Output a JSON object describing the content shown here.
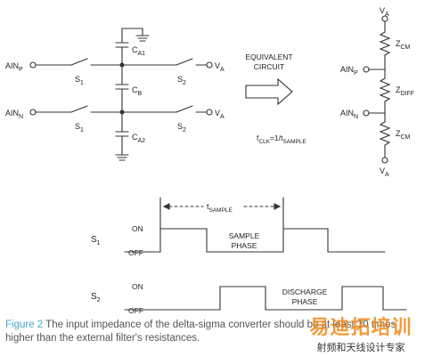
{
  "top_circuit": {
    "ain_p": "AIN",
    "ain_p_sub": "P",
    "ain_n": "AIN",
    "ain_n_sub": "N",
    "s1_top": "S",
    "s1_top_sub": "1",
    "s1_bottom": "S",
    "s1_bottom_sub": "1",
    "s2_top": "S",
    "s2_top_sub": "2",
    "s2_bottom": "S",
    "s2_bottom_sub": "2",
    "ca1": "C",
    "ca1_sub": "A1",
    "cb": "C",
    "cb_sub": "B",
    "ca2": "C",
    "ca2_sub": "A2",
    "va_top": "V",
    "va_top_sub": "A",
    "va_bottom": "V",
    "va_bottom_sub": "A"
  },
  "equivalent": {
    "title_line1": "EQUIVALENT",
    "title_line2": "CIRCUIT",
    "fclk": "f",
    "fclk_sub": "CLK",
    "fclk_eq": "=1/t",
    "fclk_eq_sub": "SAMPLE"
  },
  "right_circuit": {
    "va_top": "V",
    "va_top_sub": "A",
    "zcm_top": "Z",
    "zcm_top_sub": "CM",
    "ain_p": "AIN",
    "ain_p_sub": "P",
    "zdiff": "Z",
    "zdiff_sub": "DIFF",
    "ain_n": "AIN",
    "ain_n_sub": "N",
    "zcm_bottom": "Z",
    "zcm_bottom_sub": "CM",
    "va_bottom": "V",
    "va_bottom_sub": "A"
  },
  "timing": {
    "tsample": "t",
    "tsample_sub": "SAMPLE",
    "s1": "S",
    "s1_sub": "1",
    "s1_on": "ON",
    "s1_off": "OFF",
    "sample_phase_line1": "SAMPLE",
    "sample_phase_line2": "PHASE",
    "s2": "S",
    "s2_sub": "2",
    "s2_on": "ON",
    "s2_off": "OFF",
    "discharge_phase_line1": "DISCHARGE",
    "discharge_phase_line2": "PHASE"
  },
  "caption": {
    "figure_label": "Figure 2",
    "text": " The input impedance of the delta-sigma converter should be at least 10 times higher than the external filter's resistances."
  },
  "watermark": {
    "title": "易迪拓培训",
    "subtitle": "射频和天线设计专家"
  }
}
